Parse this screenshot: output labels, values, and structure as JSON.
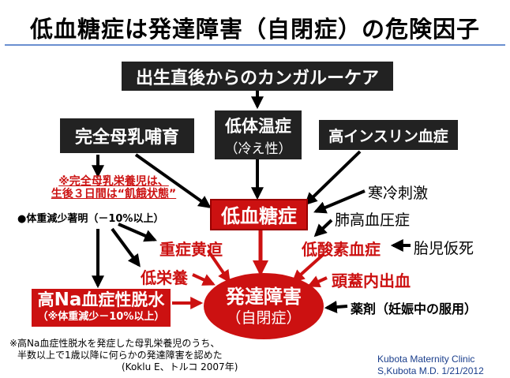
{
  "title": "低血糖症は発達障害（自閉症）の危険因子",
  "nodes": {
    "kangaroo_care": "出生直後からのカンガルーケア",
    "breastfeeding": "完全母乳哺育",
    "hypothermia": "低体温症",
    "hypothermia_sub": "（冷え性）",
    "hyperinsulinism": "高インスリン血症",
    "hypoglycemia": "低血糖症",
    "cold_stimulus": "寒冷刺激",
    "pulmonary_hypertension": "肺高血圧症",
    "hypoxemia": "低酸素血症",
    "fetal_asphyxia": "胎児仮死",
    "severe_jaundice": "重症黄疸",
    "malnutrition": "低栄養",
    "intracranial_hemorrhage": "頭蓋内出血",
    "drugs": "薬剤（妊娠中の服用）",
    "developmental_disorder": "発達障害",
    "developmental_disorder_sub": "（自閉症）",
    "hypernatremic_dehydration_pre": "高",
    "hypernatremic_dehydration_na": "Na",
    "hypernatremic_dehydration_post": "血症性脱水",
    "hypernatremic_dehydration_sub": "（※体重減少－10%以上）"
  },
  "notes": {
    "starvation_line1": "※完全母乳栄養児は、",
    "starvation_line2": "生後３日間は“飢餓状態”",
    "weight_loss": "●体重減少著明（－10%以上）",
    "footnote_line1": "※高Na血症性脱水を発症した母乳栄養児のうち、",
    "footnote_line2": "半数以上で1歳以降に何らかの発達障害を認めた",
    "citation": "(Koklu E、トルコ 2007年)"
  },
  "credit": {
    "line1": "Kubota  Maternity  Clinic",
    "line2": "S,Kubota M.D.  1/21/2012"
  },
  "colors": {
    "accent_red": "#cc1111",
    "dark_box": "#222222",
    "title_rule": "#6a8fd0",
    "credit_blue": "#1a3e8c"
  }
}
